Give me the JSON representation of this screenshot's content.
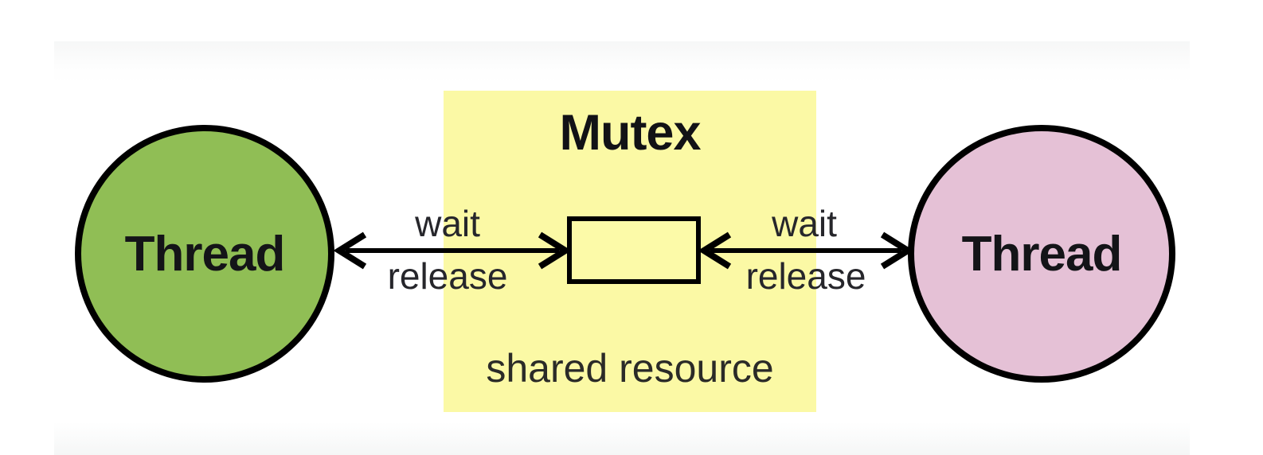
{
  "diagram": {
    "title": "Mutex",
    "caption": "shared resource",
    "panel_color": "#fbf9a5",
    "box_color": "#fcfaa8",
    "outline_color": "#000000",
    "text_color": "#26262b",
    "threads": [
      {
        "side": "left",
        "label": "Thread",
        "color": "#90be55"
      },
      {
        "side": "right",
        "label": "Thread",
        "color": "#e5c1d6"
      }
    ],
    "arrows": [
      {
        "side": "left",
        "top_label": "wait",
        "bottom_label": "release"
      },
      {
        "side": "right",
        "top_label": "wait",
        "bottom_label": "release"
      }
    ]
  }
}
